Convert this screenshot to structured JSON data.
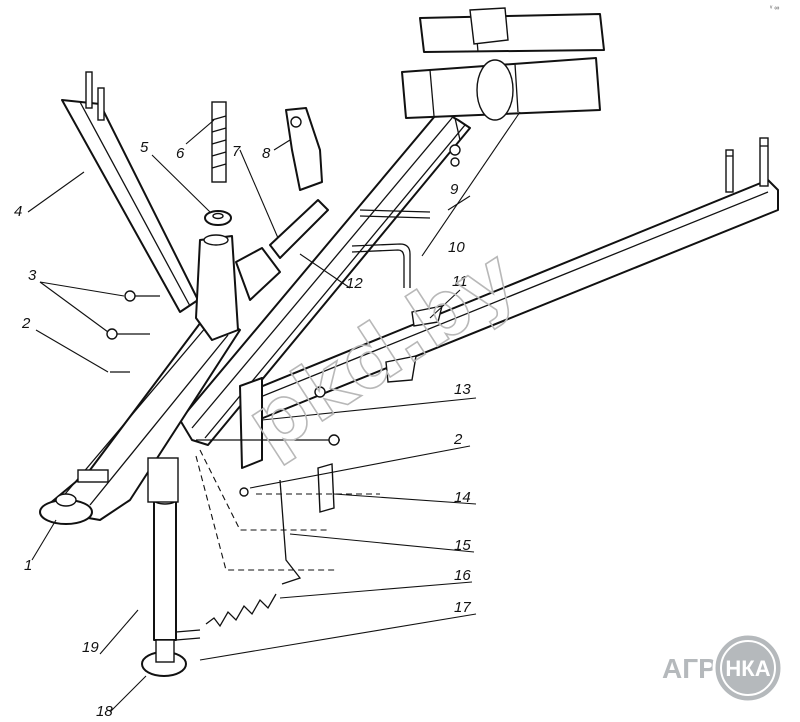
{
  "watermark": "pkd.by",
  "logo": {
    "left": "АГРО",
    "inner": "НКА"
  },
  "corner_mark": "ᵛ ∞",
  "callouts": [
    "1",
    "2",
    "3",
    "4",
    "5",
    "6",
    "7",
    "8",
    "9",
    "10",
    "11",
    "12",
    "13",
    "2",
    "14",
    "15",
    "16",
    "17",
    "18",
    "19"
  ]
}
